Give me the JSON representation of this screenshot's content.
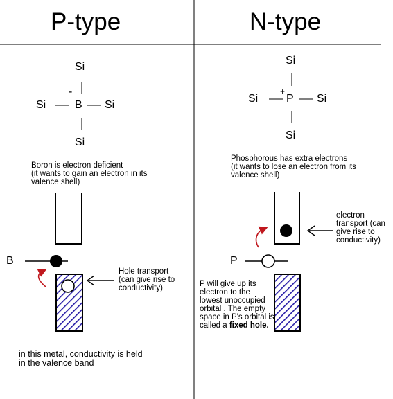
{
  "left": {
    "heading": "P-type",
    "structure": {
      "top": "Si",
      "left": "Si",
      "center": "B",
      "right": "Si",
      "bottom": "Si",
      "charge": "-"
    },
    "description": [
      "Boron is electron deficient",
      "(it wants to gain an electron in its",
      "valence shell)"
    ],
    "band_label": "B",
    "transport_note": [
      "Hole transport",
      "(can give rise to",
      "conductivity)"
    ],
    "footer": [
      "in this metal, conductivity is held",
      "in the valence band"
    ]
  },
  "right": {
    "heading": "N-type",
    "structure": {
      "top": "Si",
      "left": "Si",
      "center": "P",
      "right": "Si",
      "bottom": "Si",
      "charge": "+"
    },
    "description": [
      "Phosphorous has extra electrons",
      "(it wants to lose an electron from its",
      "valence shell)"
    ],
    "band_label": "P",
    "transport_note": [
      "electron",
      "transport (can",
      "give rise to",
      "conductivity)"
    ],
    "hole_note_lines": [
      "P will give up its",
      "electron to the",
      "lowest unoccupied",
      "orbital . The empty",
      "space in P's orbital is"
    ],
    "hole_note_prefix": "called a ",
    "hole_note_bold": "fixed hole."
  },
  "colors": {
    "hatch": "#2a1fa8",
    "arrow_red": "#c0181e",
    "line": "#000000"
  }
}
